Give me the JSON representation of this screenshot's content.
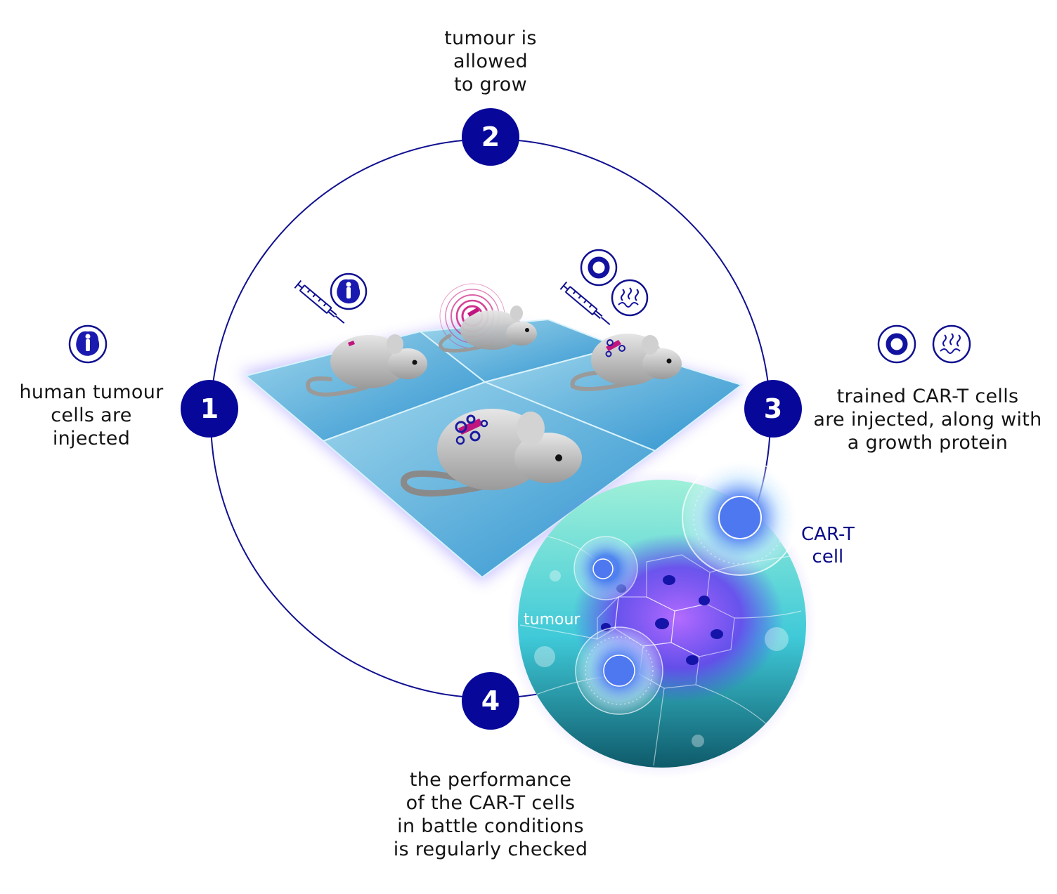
{
  "steps": [
    {
      "number": "1",
      "lines": [
        "human tumour",
        "cells are",
        "injected"
      ]
    },
    {
      "number": "2",
      "lines": [
        "tumour is",
        "allowed",
        "to grow"
      ]
    },
    {
      "number": "3",
      "lines": [
        "trained CAR-T cells",
        "are injected, along with",
        "a growth protein"
      ]
    },
    {
      "number": "4",
      "lines": [
        "the performance",
        "of the CAR-T cells",
        "in battle conditions",
        "is regularly checked"
      ]
    }
  ],
  "callouts": {
    "cart_line1": "CAR-T",
    "cart_line2": "cell",
    "tumour": "tumour"
  },
  "icons": [
    "syringe-icon",
    "human-tumour-cell-icon",
    "car-t-cell-ring-icon",
    "growth-protein-icon",
    "tumour-signal-rings-icon",
    "mouse-illustration"
  ],
  "colors": {
    "step_circle": "#07079a",
    "ring_line": "#101090",
    "tumour_marker": "#c0157e",
    "tile": "#4bb0dc",
    "glow": "#8a7cff"
  }
}
